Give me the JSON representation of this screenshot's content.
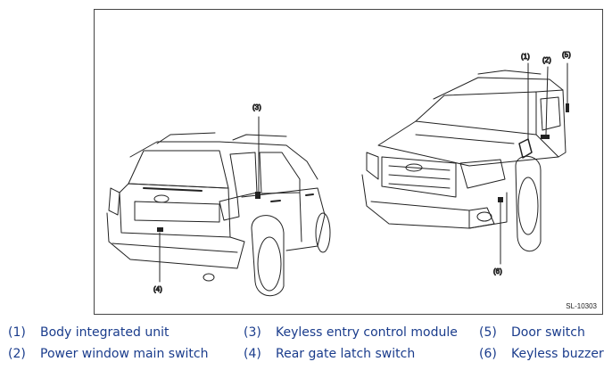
{
  "figure": {
    "id_label": "SL-10303",
    "callouts": [
      "(1)",
      "(2)",
      "(3)",
      "(4)",
      "(5)",
      "(6)"
    ]
  },
  "legend": {
    "items": [
      {
        "num": "(1)",
        "text": "Body integrated unit"
      },
      {
        "num": "(2)",
        "text": "Power window main switch"
      },
      {
        "num": "(3)",
        "text": "Keyless entry control module"
      },
      {
        "num": "(4)",
        "text": "Rear gate latch switch"
      },
      {
        "num": "(5)",
        "text": "Door switch"
      },
      {
        "num": "(6)",
        "text": "Keyless buzzer"
      }
    ]
  },
  "colors": {
    "legend_text": "#1a3c8c",
    "line_art": "#222222"
  }
}
